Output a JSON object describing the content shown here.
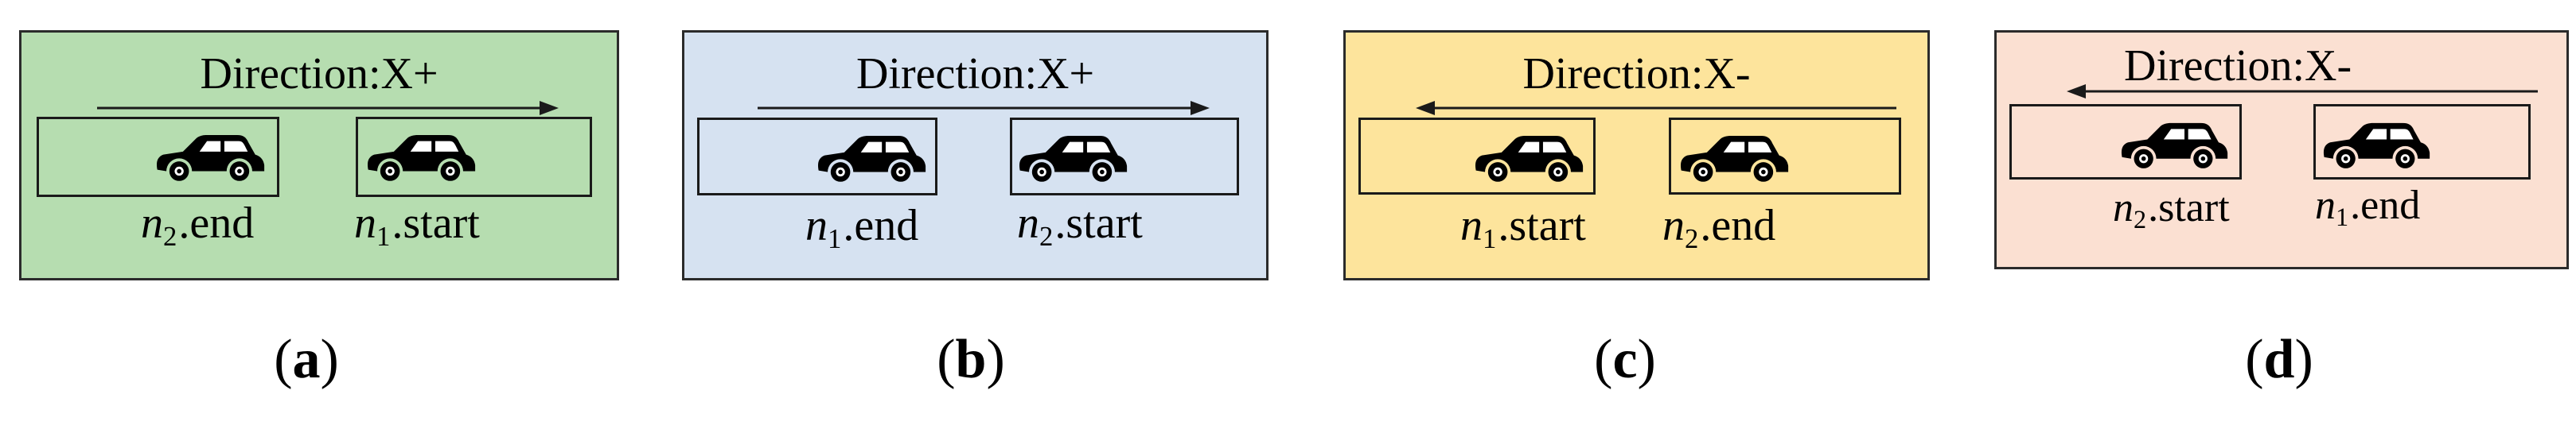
{
  "colors": {
    "panel_a": "#b6ddb0",
    "panel_b": "#d6e2f1",
    "panel_c": "#fde49c",
    "panel_d": "#fbe0d2",
    "stroke": "#1a1a1a"
  },
  "car_icon": "car-silhouette",
  "panels": [
    {
      "title": "Direction:X+",
      "direction": "right",
      "left_node": {
        "var": "n",
        "sub": "2",
        "suffix": ".end"
      },
      "right_node": {
        "var": "n",
        "sub": "1",
        "suffix": ".start"
      },
      "caption": {
        "open": "(",
        "letter": "a",
        "close": ")"
      }
    },
    {
      "title": "Direction:X+",
      "direction": "right",
      "left_node": {
        "var": "n",
        "sub": "1",
        "suffix": ".end"
      },
      "right_node": {
        "var": "n",
        "sub": "2",
        "suffix": ".start"
      },
      "caption": {
        "open": "(",
        "letter": "b",
        "close": ")"
      }
    },
    {
      "title": "Direction:X-",
      "direction": "left",
      "left_node": {
        "var": "n",
        "sub": "1",
        "suffix": ".start"
      },
      "right_node": {
        "var": "n",
        "sub": "2",
        "suffix": ".end"
      },
      "caption": {
        "open": "(",
        "letter": "c",
        "close": ")"
      }
    },
    {
      "title": "Direction:X-",
      "direction": "left",
      "left_node": {
        "var": "n",
        "sub": "2",
        "suffix": ".start"
      },
      "right_node": {
        "var": "n",
        "sub": "1",
        "suffix": ".end"
      },
      "caption": {
        "open": "(",
        "letter": "d",
        "close": ")"
      }
    }
  ]
}
